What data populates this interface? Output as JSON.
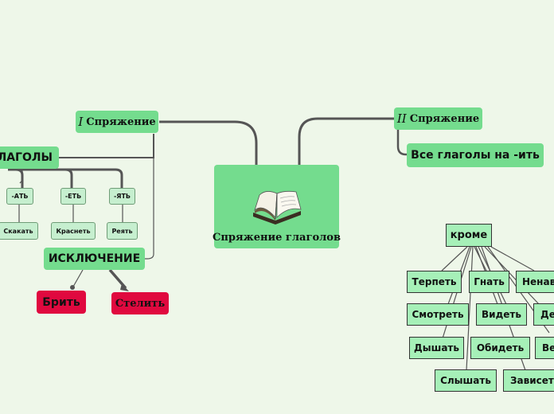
{
  "center": {
    "label": "Спряжение глаголов",
    "icon": "open-book-icon"
  },
  "first": {
    "numeral": "I",
    "label": "Спряжение",
    "verbs_label": "ГЛАГОЛЫ",
    "endings": [
      "-АТЬ",
      "-ЕТЬ",
      "-ЯТЬ"
    ],
    "examples": [
      "Скакать",
      "Краснеть",
      "Реять"
    ],
    "exception_label": "ИСКЛЮЧЕНИЕ",
    "exceptions": [
      "Брить",
      "Стелить"
    ]
  },
  "second": {
    "numeral": "II",
    "label": "Спряжение",
    "rule": "Все глаголы на -ить",
    "except_label": "кроме",
    "exceptions": [
      "Терпеть",
      "Гнать",
      "Ненав",
      "Смотреть",
      "Видеть",
      "Де",
      "Дышать",
      "Обидеть",
      "Ве",
      "Слышать",
      "Зависет"
    ]
  },
  "colors": {
    "background": "#eef7e9",
    "node_green": "#74dc8e",
    "node_red": "#e0093f",
    "box_green": "#a6f0b8"
  }
}
